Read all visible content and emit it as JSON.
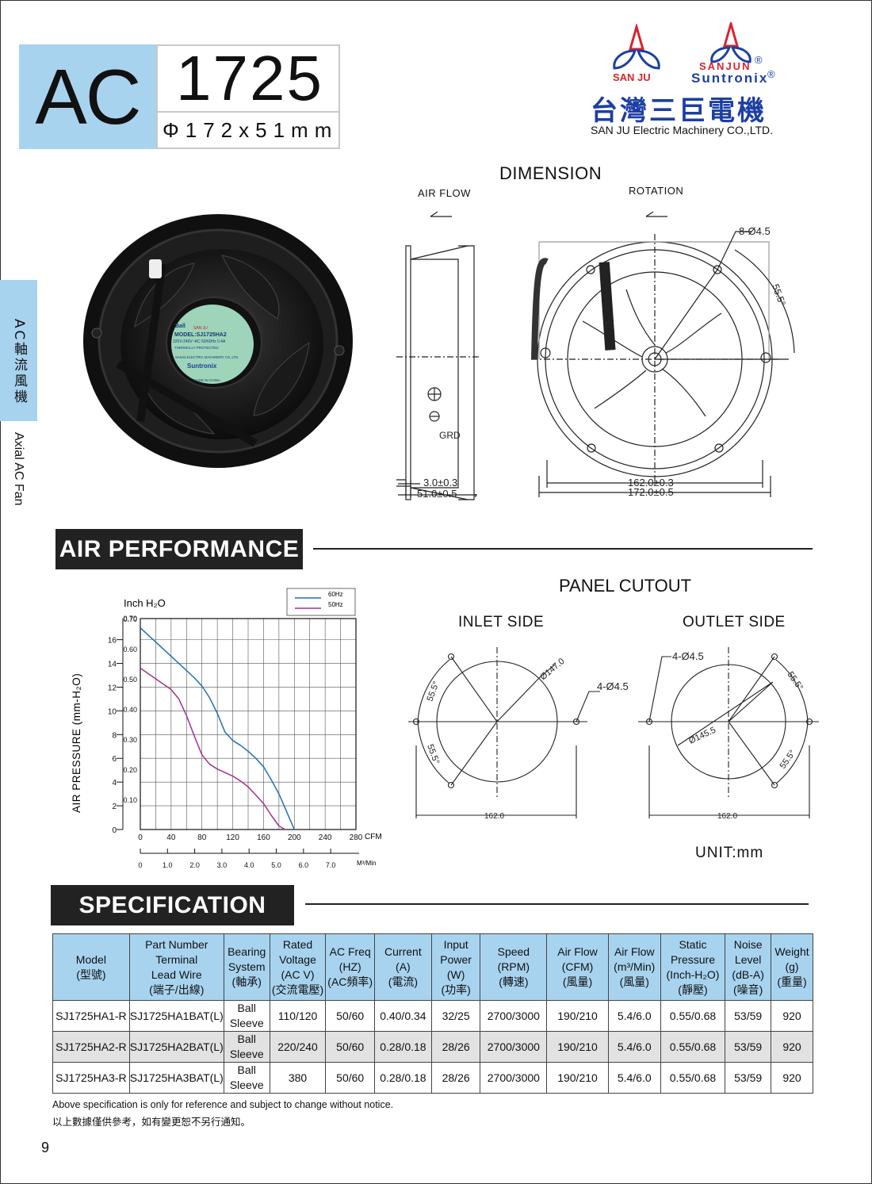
{
  "header": {
    "prefix": "AC",
    "model": "1725",
    "dimension": "Φ172x51mm"
  },
  "brand": {
    "logo_left": "SAN JU",
    "logo_right_top": "SANJUN",
    "logo_right_bottom": "Suntronix",
    "company_cn": "台灣三巨電機",
    "company_en": "SAN JU Electric  Machinery CO.,LTD."
  },
  "side": {
    "cn": "AC軸流風機",
    "en": "Axial AC Fan"
  },
  "fan_label": {
    "bearing": "Ball",
    "logo": "SAN JU",
    "model": "MODEL:SJ1725HA2",
    "rating": "220V-240V~AC  50/60Hz  0.4A",
    "protect": "THERMALLY PROTECTED",
    "maker": "SANJU ELECTRIC MACHINERY CO.,LTD.",
    "brand": "Suntronix",
    "origin": "MADE IN CHINA"
  },
  "dimension": {
    "title": "DIMENSION",
    "air_flow": "AIR FLOW",
    "rotation": "ROTATION",
    "holes": "8-Ø4.5",
    "angle": "55.5°",
    "grd": "GRD",
    "d1": "3.0±0.3",
    "d2": "51.0±0.5",
    "d3": "162.0±0.3",
    "d4": "172.0±0.5"
  },
  "air_perf": {
    "title": "AIR PERFORMANCE"
  },
  "chart_data": {
    "type": "line",
    "ylabel": "AIR PRESSURE    (mm-H₂O)",
    "ylabel_inch": "Inch H₂O",
    "xlabel_cfm": "CFM",
    "xlabel_m3": "M³/Min",
    "x_ticks_cfm": [
      "0",
      "40",
      "80",
      "120",
      "160",
      "200",
      "240",
      "280"
    ],
    "x_ticks_m3": [
      "0",
      "1.0",
      "2.0",
      "3.0",
      "4.0",
      "5.0",
      "6.0",
      "7.0"
    ],
    "y_ticks_mm": [
      "0",
      "2",
      "4",
      "6",
      "8",
      "10",
      "12",
      "14",
      "16"
    ],
    "y_ticks_inch": [
      "0.10",
      "0.20",
      "0.30",
      "0.40",
      "0.50",
      "0.60",
      "0.70"
    ],
    "xlim": [
      0,
      280
    ],
    "ylim": [
      0,
      17.78
    ],
    "grid": true,
    "legend_position": "top-right",
    "series": [
      {
        "name": "60Hz",
        "color": "#1f6fb5",
        "x": [
          0,
          20,
          40,
          60,
          70,
          80,
          90,
          100,
          110,
          120,
          130,
          140,
          150,
          160,
          170,
          180,
          190,
          200
        ],
        "y": [
          17,
          15.8,
          14.6,
          13.4,
          12.8,
          12.1,
          11.1,
          9.8,
          8.2,
          7.5,
          7.1,
          6.6,
          6.0,
          5.3,
          4.2,
          3.0,
          1.5,
          0
        ]
      },
      {
        "name": "50Hz",
        "color": "#a3328f",
        "x": [
          0,
          20,
          40,
          50,
          60,
          70,
          80,
          90,
          100,
          110,
          120,
          130,
          140,
          150,
          160,
          170,
          180,
          188
        ],
        "y": [
          13.6,
          12.7,
          11.8,
          11.0,
          9.6,
          7.9,
          6.3,
          5.5,
          5.1,
          4.8,
          4.5,
          4.1,
          3.6,
          2.9,
          2.2,
          1.2,
          0.3,
          0
        ]
      }
    ]
  },
  "panel": {
    "title": "PANEL CUTOUT",
    "inlet": "INLET SIDE",
    "outlet": "OUTLET SIDE",
    "d_in": "Ø147.0",
    "holes": "4-Ø4.5",
    "angle": "55.5°",
    "width": "162.0",
    "d_out": "Ø145.5"
  },
  "unit": "UNIT:mm",
  "spec": {
    "title": "SPECIFICATION",
    "headers": [
      [
        "Model",
        "(型號)"
      ],
      [
        "Part Number",
        "Terminal",
        "Lead Wire",
        "(端子/出線)"
      ],
      [
        "Bearing",
        "System",
        "(軸承)"
      ],
      [
        "Rated",
        "Voltage",
        "(AC V)",
        "(交流電壓)"
      ],
      [
        "AC Freq",
        "(HZ)",
        "(AC頻率)"
      ],
      [
        "Current",
        "(A)",
        "(電流)"
      ],
      [
        "Input",
        "Power",
        "(W)",
        "(功率)"
      ],
      [
        "Speed",
        "(RPM)",
        "(轉速)"
      ],
      [
        "Air Flow",
        "(CFM)",
        "(風量)"
      ],
      [
        "Air Flow",
        "(m³/Min)",
        "(風量)"
      ],
      [
        "Static",
        "Pressure",
        "(Inch-H₂O)",
        "(靜壓)"
      ],
      [
        "Noise",
        "Level",
        "(dB-A)",
        "(噪音)"
      ],
      [
        "Weight",
        "(g)",
        "(重量)"
      ]
    ],
    "rows": [
      [
        "SJ1725HA1-R",
        "SJ1725HA1BAT(L)",
        "Ball Sleeve",
        "110/120",
        "50/60",
        "0.40/0.34",
        "32/25",
        "2700/3000",
        "190/210",
        "5.4/6.0",
        "0.55/0.68",
        "53/59",
        "920"
      ],
      [
        "SJ1725HA2-R",
        "SJ1725HA2BAT(L)",
        "Ball Sleeve",
        "220/240",
        "50/60",
        "0.28/0.18",
        "28/26",
        "2700/3000",
        "190/210",
        "5.4/6.0",
        "0.55/0.68",
        "53/59",
        "920"
      ],
      [
        "SJ1725HA3-R",
        "SJ1725HA3BAT(L)",
        "Ball Sleeve",
        "380",
        "50/60",
        "0.28/0.18",
        "28/26",
        "2700/3000",
        "190/210",
        "5.4/6.0",
        "0.55/0.68",
        "53/59",
        "920"
      ]
    ]
  },
  "notes": {
    "en": "Above  specification  is  only for reference and subject to change without notice.",
    "cn": "以上數據僅供參考，如有變更恕不另行通知。"
  },
  "page_number": "9"
}
